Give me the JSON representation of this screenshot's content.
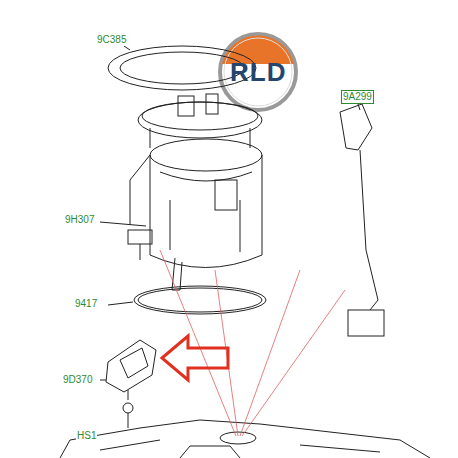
{
  "diagram": {
    "labels": [
      "RLD",
      "9C385",
      "9H307",
      "9417",
      "9D370",
      "HS1",
      "9A299"
    ]
  }
}
